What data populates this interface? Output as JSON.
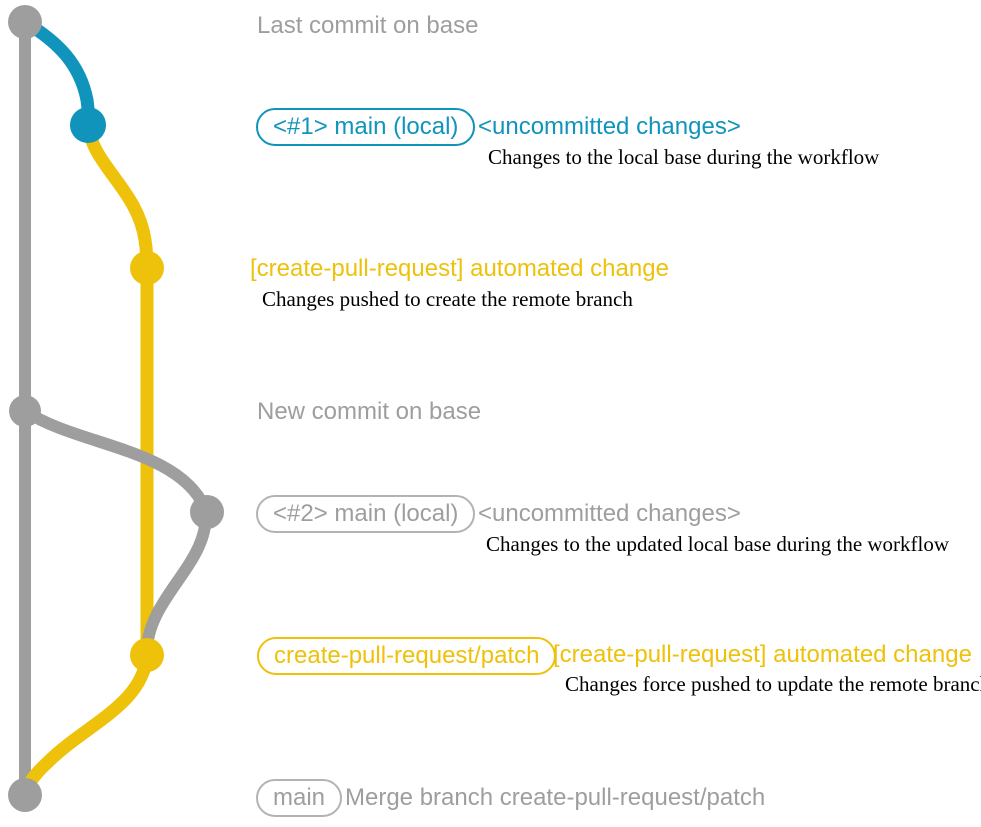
{
  "colors": {
    "base_gray": "#9e9e9e",
    "branch_blue": "#1094bb",
    "branch_yellow": "#eec10b",
    "description_black": "#000000"
  },
  "labels": {
    "last_commit": "Last commit on base",
    "new_commit": "New commit on base"
  },
  "row_main1": {
    "badge": "<#1> main (local)",
    "status": "<uncommitted changes>",
    "description": "Changes to the local base during the workflow"
  },
  "row_push1": {
    "title": "[create-pull-request] automated change",
    "description": "Changes pushed to create the remote branch"
  },
  "row_main2": {
    "badge": "<#2> main (local)",
    "status": "<uncommitted changes>",
    "description": "Changes to the updated local base during the workflow"
  },
  "row_push2": {
    "badge": "create-pull-request/patch",
    "title": "[create-pull-request] automated change",
    "description": "Changes force pushed to update the remote branch"
  },
  "row_merge": {
    "badge": "main",
    "message": "Merge branch create-pull-request/patch"
  }
}
